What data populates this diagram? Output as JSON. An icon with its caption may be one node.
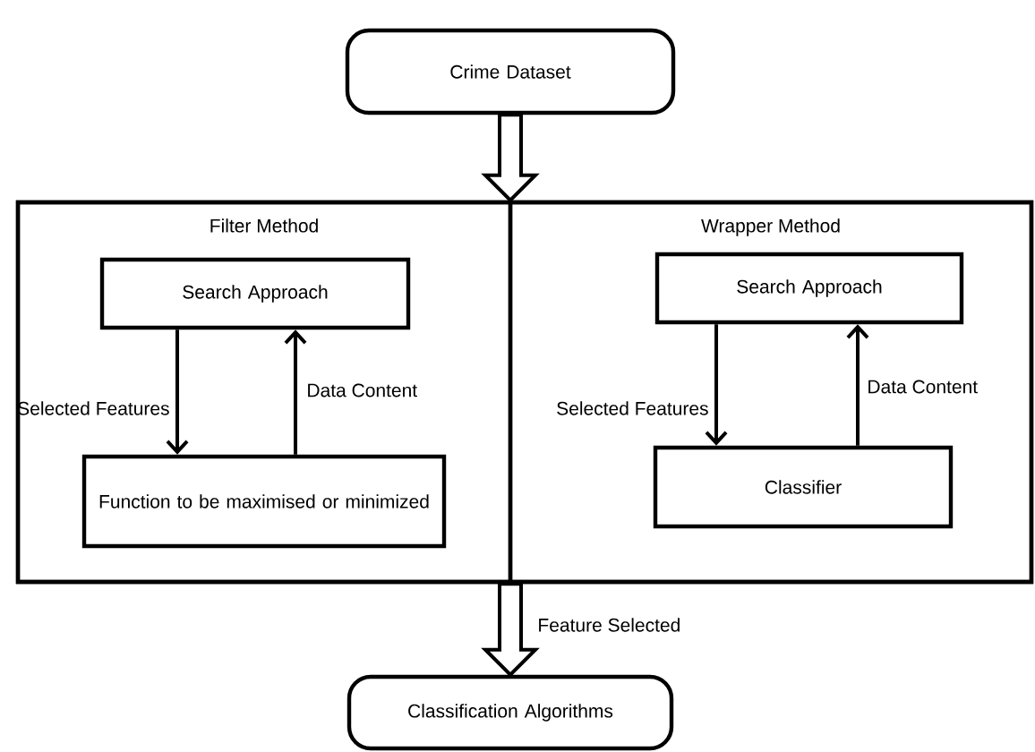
{
  "diagram": {
    "nodes": [
      {
        "text": [
          "Crime Dataset"
        ]
      },
      {
        "text": [],
        "shape": "box"
      },
      {
        "text": [
          "Filter Method"
        ],
        "in": 1
      },
      {
        "text": [
          "Search Approach"
        ],
        "in": 2
      },
      {
        "text": [
          "Function to be maximised or minimized"
        ],
        "in": 2
      },
      {
        "text": [
          "Wrapper Method"
        ],
        "in": 1
      },
      {
        "text": [
          "Search Approach"
        ],
        "in": 5
      },
      {
        "text": [
          "Classifier"
        ],
        "in": 5
      },
      {
        "text": [
          "Classification Algorithms"
        ]
      }
    ],
    "edges": [
      {
        "from": 0,
        "to": 1,
        "arrow": "to",
        "style": "thick"
      },
      {
        "from": 3,
        "to": 4,
        "arrow": "to",
        "label": "Selected Features"
      },
      {
        "from": 4,
        "to": 3,
        "arrow": "to",
        "label": "Data Content"
      },
      {
        "from": 6,
        "to": 7,
        "arrow": "to",
        "label": "Selected Features"
      },
      {
        "from": 7,
        "to": 6,
        "arrow": "to",
        "label": "Data Content"
      },
      {
        "from": 1,
        "to": 8,
        "arrow": "to",
        "style": "thick",
        "label": "Feature Selected"
      }
    ]
  }
}
